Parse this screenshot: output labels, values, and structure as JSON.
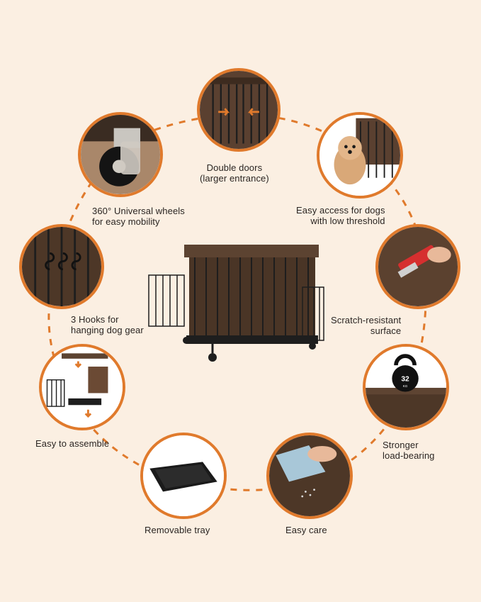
{
  "features": [
    {
      "id": "double-doors",
      "lines": [
        "Double doors",
        "(larger entrance)"
      ]
    },
    {
      "id": "wheels",
      "lines": [
        "360° Universal wheels",
        "for easy mobility"
      ]
    },
    {
      "id": "easy-access",
      "lines": [
        "Easy access for dogs",
        "with low threshold"
      ]
    },
    {
      "id": "hooks",
      "lines": [
        "3 Hooks for",
        "hanging dog gear"
      ]
    },
    {
      "id": "scratch",
      "lines": [
        "Scratch-resistant",
        "surface"
      ]
    },
    {
      "id": "assemble",
      "lines": [
        "Easy to assemble"
      ]
    },
    {
      "id": "load",
      "lines": [
        "Stronger",
        "load-bearing"
      ]
    },
    {
      "id": "tray",
      "lines": [
        "Removable tray"
      ]
    },
    {
      "id": "care",
      "lines": [
        "Easy care"
      ]
    }
  ],
  "kettlebell": {
    "weight": "32",
    "unit": "KG"
  },
  "colors": {
    "accent": "#e07a2c",
    "background": "#fbefe2",
    "wood": "#4a3526",
    "metal": "#1e1e1e"
  }
}
